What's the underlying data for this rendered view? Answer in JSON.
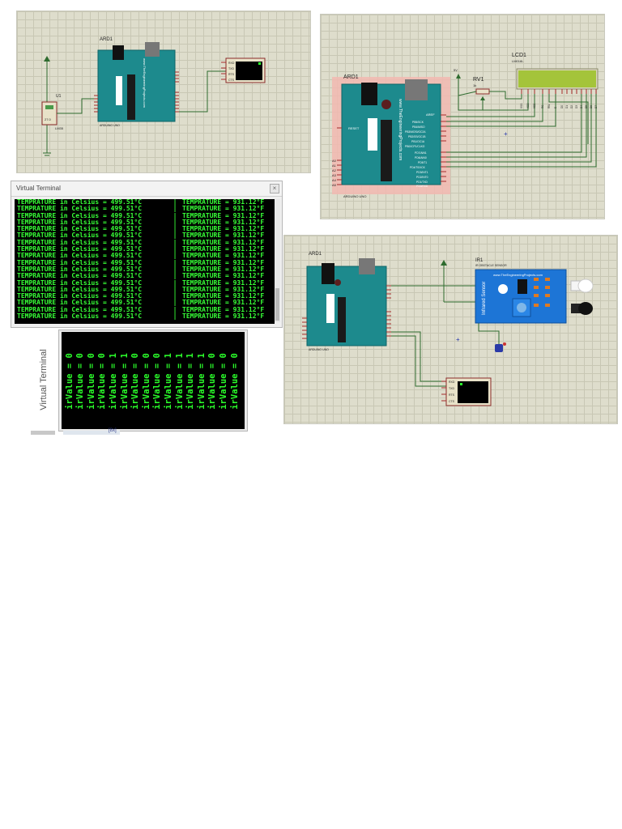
{
  "schematics": {
    "lm35_circuit": {
      "arduino_label": "ARD1",
      "sensor_label": "U1",
      "sensor_part": "LM35",
      "sensor_value": "27.0",
      "board_url": "www.TheEngineeringProjects.com",
      "board_caption": "ARDUINO UNO",
      "terminal_pins": [
        "RXD",
        "TXD",
        "RTS",
        "CTS"
      ]
    },
    "lcd_circuit": {
      "arduino_label": "ARD1",
      "pot_label": "RV1",
      "pot_value": "1k",
      "lcd_label": "LCD1",
      "lcd_part": "LM016L",
      "board_url": "www.TheEngineeringProjects.com",
      "board_caption": "ARDUINO UNO",
      "reset_label": "RESET",
      "aref_label": "AREF",
      "supply_label": "5V",
      "lcd_pins": [
        "VSS",
        "VDD",
        "VEE",
        "RS",
        "RW",
        "E",
        "D0",
        "D1",
        "D2",
        "D3",
        "D4",
        "D5",
        "D6",
        "D7"
      ],
      "analog_labels": [
        "A0",
        "A1",
        "A2",
        "A3",
        "A4",
        "A5"
      ],
      "digital_labels": [
        "PB5/SCK",
        "PB4/MISO",
        "PB3/MOSI/OC2A",
        "PB2/SS/OC1B",
        "PB1/OC1A",
        "PB0/ICP1/CLKO",
        "PD7/AIN1",
        "PD6/AIN0",
        "PD5/T1",
        "PD4/T0/XCK",
        "PD3/INT1",
        "PD2/INT0",
        "PD1/TXD",
        "PD0/RXD"
      ]
    },
    "ir_circuit": {
      "arduino_label": "ARD1",
      "sensor_label": "IR1",
      "sensor_part": "IR OBSTACLE SENSOR",
      "sensor_url": "www.TheEngineeringProjects.com",
      "sensor_title": "Infrared Sensor",
      "board_caption": "ARDUINO UNO",
      "terminal_pins": [
        "RXD",
        "TXD",
        "RTS",
        "CTS"
      ]
    }
  },
  "terminal_temp": {
    "title": "Virtual Terminal",
    "rows": [
      {
        "c": "TEMPRATURE in Celsius = 499.51°C",
        "f": "TEMPRATURE = 931.12°F"
      },
      {
        "c": "TEMPRATURE in Celsius = 499.51°C",
        "f": "TEMPRATURE = 931.12°F"
      },
      {
        "c": "TEMPRATURE in Celsius = 499.51°C",
        "f": "TEMPRATURE = 931.12°F"
      },
      {
        "c": "TEMPRATURE in Celsius = 499.51°C",
        "f": "TEMPRATURE = 931.12°F"
      },
      {
        "c": "TEMPRATURE in Celsius = 499.51°C",
        "f": "TEMPRATURE = 931.12°F"
      },
      {
        "c": "TEMPRATURE in Celsius = 499.51°C",
        "f": "TEMPRATURE = 931.12°F"
      },
      {
        "c": "TEMPRATURE in Celsius = 499.51°C",
        "f": "TEMPRATURE = 931.12°F"
      },
      {
        "c": "TEMPRATURE in Celsius = 499.51°C",
        "f": "TEMPRATURE = 931.12°F"
      },
      {
        "c": "TEMPRATURE in Celsius = 499.51°C",
        "f": "TEMPRATURE = 931.12°F"
      },
      {
        "c": "TEMPRATURE in Celsius = 499.51°C",
        "f": "TEMPRATURE = 931.12°F"
      },
      {
        "c": "TEMPRATURE in Celsius = 499.51°C",
        "f": "TEMPRATURE = 931.12°F"
      },
      {
        "c": "TEMPRATURE in Celsius = 499.51°C",
        "f": "TEMPRATURE = 931.12°F"
      },
      {
        "c": "TEMPRATURE in Celsius = 499.51°C",
        "f": "TEMPRATURE = 931.12°F"
      },
      {
        "c": "TEMPRATURE in Celsius = 499.51°C",
        "f": "TEMPRATURE = 931.12°F"
      },
      {
        "c": "TEMPRATURE in Celsius = 499.51°C",
        "f": "TEMPRATURE = 931.12°F"
      },
      {
        "c": "TEMPRATURE in Celsius = 499.51°C",
        "f": "TEMPRATURE = 931.12°F"
      },
      {
        "c": "TEMPRATURE in Celsius = 499.51°C",
        "f": "TEMPRATURE = 931.12°F"
      },
      {
        "c": "TEMPRATURE in Celsius = 499.51°C",
        "f": "TEMPRATURE = 931.12°F"
      }
    ]
  },
  "terminal_ir": {
    "title": "Virtual Terminal",
    "lines": [
      "irValue = 0",
      "irValue = 0",
      "irValue = 0",
      "irValue = 0",
      "irValue = 1",
      "irValue = 1",
      "irValue = 0",
      "irValue = 0",
      "irValue = 0",
      "irValue = 1",
      "irValue = 1",
      "irValue = 1",
      "irValue = 1",
      "irValue = 0",
      "irValue = 0",
      "irValue = 0"
    ],
    "status_text": "[8x]"
  },
  "colors": {
    "board": "#1d8a8d",
    "board_dark": "#0f6466",
    "chip": "#222222",
    "lcd_screen": "#a4c43a",
    "ir_module": "#1d75d6",
    "terminal_text": "#37ff37",
    "pin_red": "#a52a2a"
  }
}
